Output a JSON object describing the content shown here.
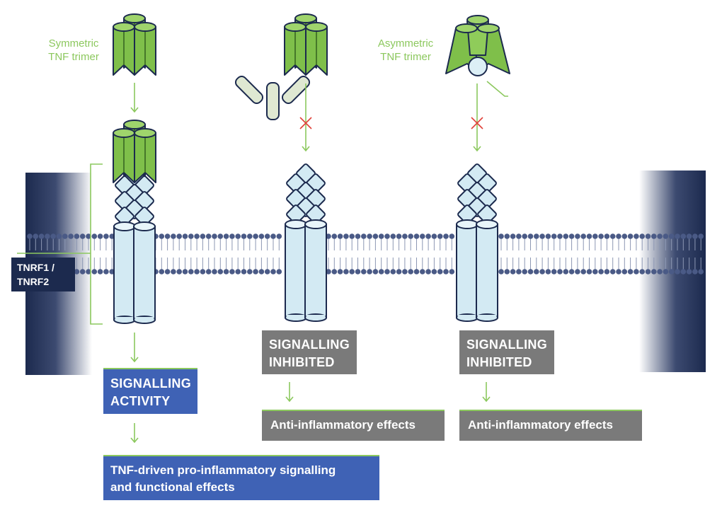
{
  "labels": {
    "symmetric_tnf": "Symmetric\nTNF trimer",
    "asymmetric_tnf": "Asymmetric\nTNF trimer",
    "receptor": "TNRF1 /\nTNRF2"
  },
  "boxes": {
    "signalling_activity": "SIGNALLING\nACTIVITY",
    "signalling_inhibited_1": "SIGNALLING\nINHIBITED",
    "signalling_inhibited_2": "SIGNALLING\nINHIBITED",
    "anti_inflammatory_1": "Anti-inflammatory effects",
    "anti_inflammatory_2": "Anti-inflammatory effects",
    "pro_inflammatory": "TNF-driven pro-inflammatory signalling\nand functional effects"
  },
  "colors": {
    "tnf_green": "#7fbf4a",
    "tnf_green_dark": "#2e5a1c",
    "receptor_blue": "#d3eaf3",
    "outline_navy": "#1c2a4e",
    "membrane_head": "#4a5a86",
    "activity_blue": "#3f62b5",
    "inhibited_grey": "#7a7a7a",
    "arrow_green": "#8cc85e",
    "block_red": "#e0423a",
    "antibody": "#dfe8d2"
  },
  "icons": [
    "tnf-trimer-icon",
    "antibody-icon",
    "receptor-icon",
    "lipid-bilayer",
    "block-x-icon"
  ]
}
